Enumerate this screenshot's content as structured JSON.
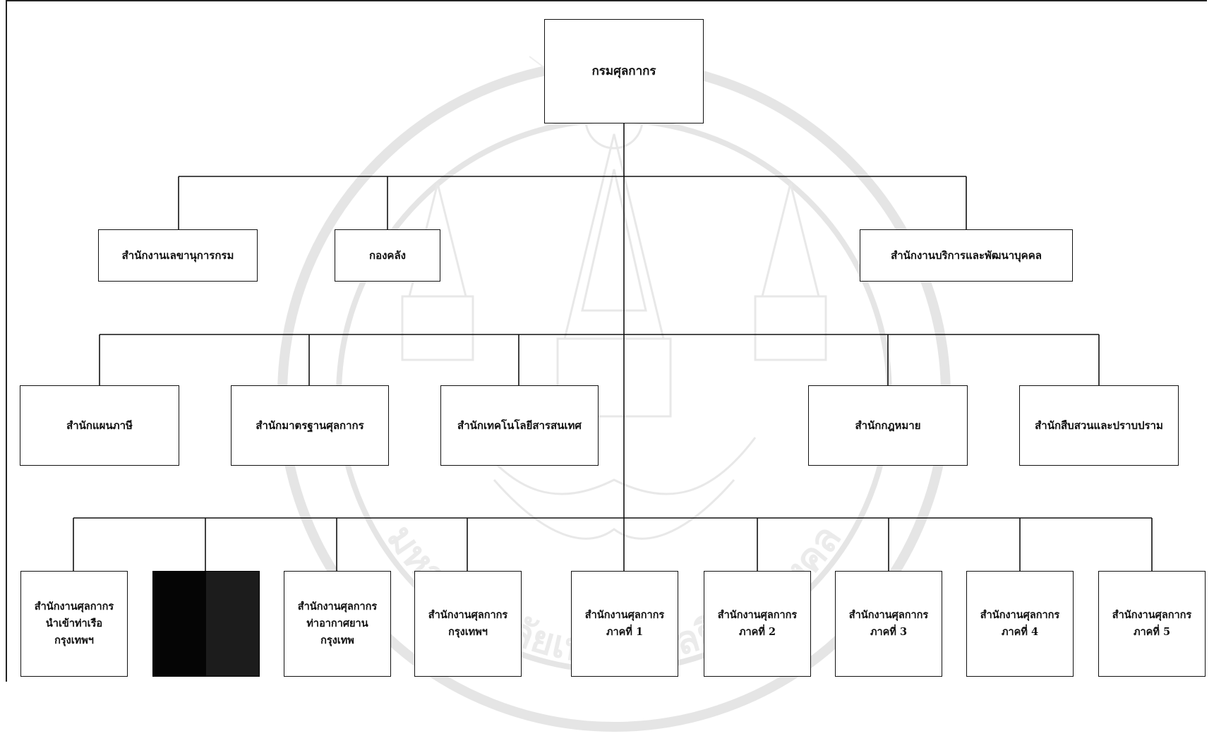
{
  "chart": {
    "root": {
      "label": "กรมศุลกากร"
    },
    "level1": [
      {
        "label": "สำนักงานเลขานุการกรม"
      },
      {
        "label": "กองคลัง"
      },
      {
        "label": "สำนักงานบริการและพัฒนาบุคคล"
      }
    ],
    "level2": [
      {
        "label": "สำนักแผนภาษี"
      },
      {
        "label": "สำนักมาตรฐานศุลกากร"
      },
      {
        "label": "สำนักเทคโนโลยีสารสนเทศ"
      },
      {
        "label": "สำนักกฎหมาย"
      },
      {
        "label": "สำนักสืบสวนและปราบปราม"
      }
    ],
    "level3": [
      {
        "label": "สำนักงานศุลกากร\nนำเข้าท่าเรือ\nกรุงเทพฯ"
      },
      {
        "label": ""
      },
      {
        "label": "สำนักงานศุลกากร\nท่าอากาศยาน\nกรุงเทพ"
      },
      {
        "label": "สำนักงานศุลกากร\nกรุงเทพฯ"
      },
      {
        "label": "สำนักงานศุลกากร\nภาคที่ 1"
      },
      {
        "label": "สำนักงานศุลกากร\nภาคที่ 2"
      },
      {
        "label": "สำนักงานศุลกากร\nภาคที่ 3"
      },
      {
        "label": "สำนักงานศุลกากร\nภาคที่ 4"
      },
      {
        "label": "สำนักงานศุลกากร\nภาคที่ 5"
      }
    ]
  },
  "watermark": {
    "icon": "university-seal-icon",
    "text": "มหาวิทยาลัยเทคโนโลยีราชมงคล"
  },
  "colors": {
    "line": "#111111",
    "box_border": "#111111",
    "redacted": "#0a0a0a"
  }
}
